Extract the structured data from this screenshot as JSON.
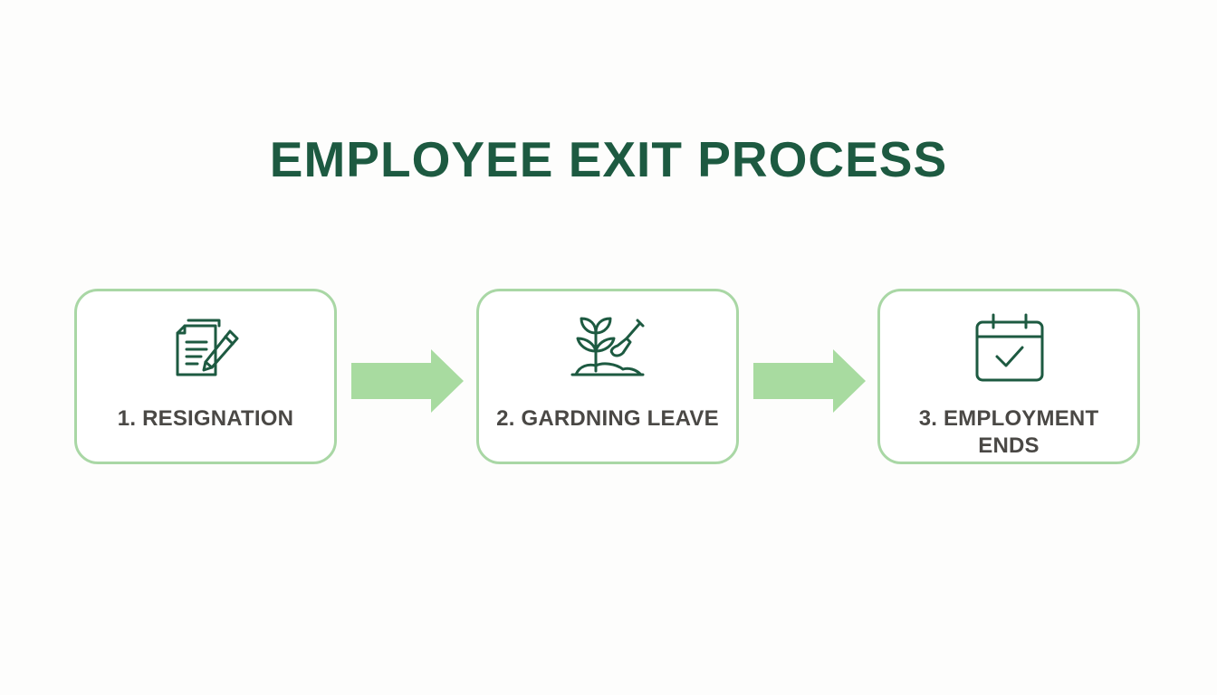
{
  "title": "EMPLOYEE EXIT PROCESS",
  "colors": {
    "title": "#1d5a41",
    "icon_stroke": "#1d5a41",
    "card_border": "#a9d7a5",
    "arrow_fill": "#a8dba0",
    "label_text": "#4a4845"
  },
  "steps": [
    {
      "label": "1. RESIGNATION",
      "icon": "document-pen-icon"
    },
    {
      "label": "2. GARDNING LEAVE",
      "icon": "plant-trowel-icon"
    },
    {
      "label": "3. EMPLOYMENT ENDS",
      "icon": "calendar-check-icon"
    }
  ]
}
